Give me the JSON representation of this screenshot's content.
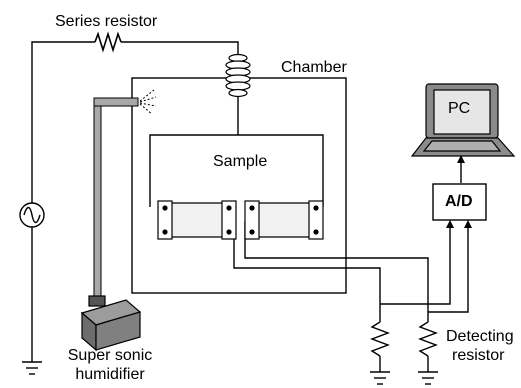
{
  "labels": {
    "series_resistor": "Series resistor",
    "chamber": "Chamber",
    "sample": "Sample",
    "pc": "PC",
    "ad": "A/D",
    "detecting_resistor_line1": "Detecting",
    "detecting_resistor_line2": "resistor",
    "humidifier_line1": "Super sonic",
    "humidifier_line2": "humidifier"
  },
  "colors": {
    "line": "#000000",
    "pipe": "#9a9a9a",
    "humidifier_top": "#8c8c8c",
    "humidifier_front": "#7a7a7a",
    "laptop_screen": "#e6e6e6",
    "laptop_base": "#8a8a8a",
    "electrode": "#f2f2f2"
  }
}
